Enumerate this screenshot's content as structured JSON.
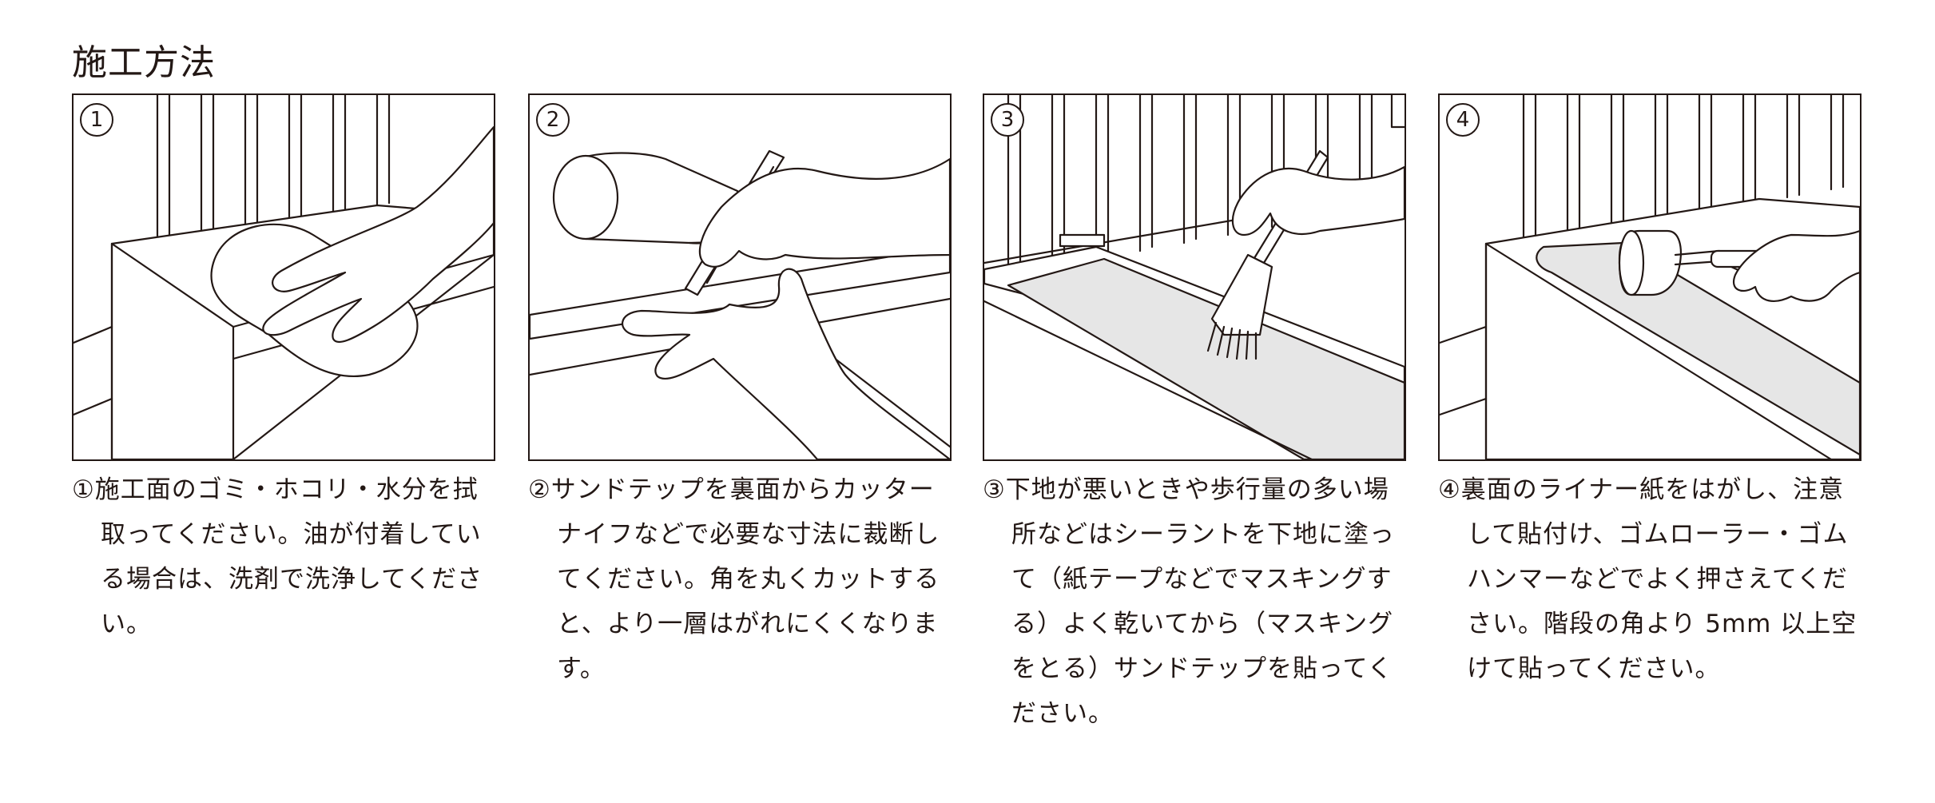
{
  "page": {
    "title": "施工方法"
  },
  "steps": [
    {
      "number": "1",
      "caption": "①施工面のゴミ・ホコリ・水分を拭取ってください。油が付着している場合は、洗剤で洗浄してください。"
    },
    {
      "number": "2",
      "caption": "②サンドテップを裏面からカッターナイフなどで必要な寸法に裁断してください。角を丸くカットすると、より一層はがれにくくなります。"
    },
    {
      "number": "3",
      "caption": "③下地が悪いときや歩行量の多い場所などはシーラントを下地に塗って（紙テープなどでマスキングする）よく乾いてから（マスキングをとる）サンドテップを貼ってください。"
    },
    {
      "number": "4",
      "caption": "④裏面のライナー紙をはがし、注意して貼付け、ゴムローラー・ゴムハンマーなどでよく押さえてください。階段の角より 5mm 以上空けて貼ってください。"
    }
  ]
}
